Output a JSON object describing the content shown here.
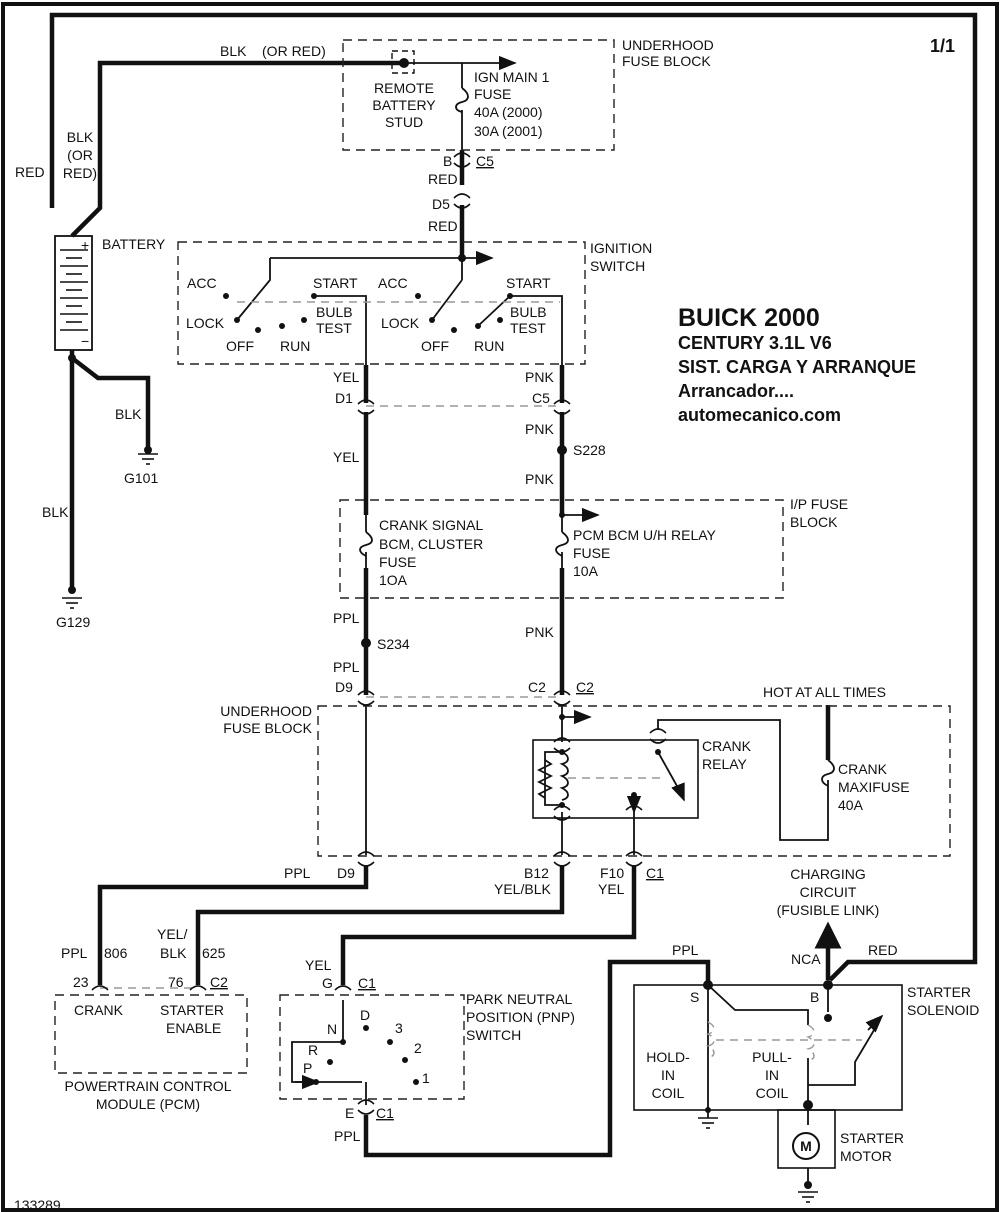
{
  "page": {
    "sheet": "1/1",
    "figure_id": "133289"
  },
  "title": {
    "line1": "BUICK 2000",
    "line2": "CENTURY  3.1L  V6",
    "line3": "SIST. CARGA Y ARRANQUE",
    "line4": "Arrancador....",
    "line5": "automecanico.com"
  },
  "blocks": {
    "underhood_fuse_block_top": [
      "UNDERHOOD",
      "FUSE BLOCK"
    ],
    "remote_battery_stud": [
      "REMOTE",
      "BATTERY",
      "STUD"
    ],
    "ign_main_fuse": [
      "IGN MAIN 1",
      "FUSE",
      "40A   (2000)",
      "30A   (2001)"
    ],
    "battery": "BATTERY",
    "ignition_switch": [
      "IGNITION",
      "SWITCH"
    ],
    "ip_fuse_block": [
      "I/P FUSE",
      "BLOCK"
    ],
    "crank_signal_fuse": [
      "CRANK SIGNAL",
      "BCM, CLUSTER",
      "FUSE",
      "1OA"
    ],
    "pcm_relay_fuse": [
      "PCM BCM U/H RELAY",
      "FUSE",
      "10A"
    ],
    "underhood_fuse_block_mid": [
      "UNDERHOOD",
      "FUSE BLOCK"
    ],
    "hot_at_all_times": "HOT AT ALL TIMES",
    "crank_relay": [
      "CRANK",
      "RELAY"
    ],
    "crank_maxifuse": [
      "CRANK",
      "MAXIFUSE",
      "40A"
    ],
    "charging_circuit": [
      "CHARGING",
      "CIRCUIT",
      "(FUSIBLE LINK)"
    ],
    "starter_solenoid": [
      "STARTER",
      "SOLENOID"
    ],
    "hold_in_coil": [
      "HOLD-",
      "IN",
      "COIL"
    ],
    "pull_in_coil": [
      "PULL-",
      "IN",
      "COIL"
    ],
    "starter_motor": [
      "STARTER",
      "MOTOR"
    ],
    "pcm": [
      "POWERTRAIN CONTROL",
      "MODULE (PCM)"
    ],
    "pcm_crank": "CRANK",
    "pcm_starter_enable": [
      "STARTER",
      "ENABLE"
    ],
    "pnp_switch": [
      "PARK NEUTRAL",
      "POSITION (PNP)",
      "SWITCH"
    ]
  },
  "switch_positions": {
    "acc": "ACC",
    "lock": "LOCK",
    "off": "OFF",
    "run": "RUN",
    "start": "START",
    "bulb_test": [
      "BULB",
      "TEST"
    ]
  },
  "pnp_positions": {
    "n": "N",
    "d": "D",
    "three": "3",
    "r": "R",
    "two": "2",
    "p": "P",
    "one": "1"
  },
  "wires": {
    "blk_or_red": "BLK    (OR RED)",
    "blk_or_red_vertical": [
      "BLK",
      "(OR",
      "RED)"
    ],
    "red_left": "RED",
    "blk_g101": "BLK",
    "blk_g129": "BLK",
    "red_b": "RED",
    "red_d5": "RED",
    "yel_d1": "YEL",
    "pnk_c5": "PNK",
    "pnk_below_c5": "PNK",
    "yel_mid": "YEL",
    "pnk_below_s228": "PNK",
    "ppl_above_s234": "PPL",
    "pnk_mid": "PNK",
    "ppl_below_s234": "PPL",
    "ppl_d9": "PPL",
    "yel_blk_b12": "YEL/BLK",
    "yel_f10": "YEL",
    "ppl_806": "PPL",
    "yel_blk_625": [
      "YEL/",
      "BLK"
    ],
    "yel_pnp": "YEL",
    "ppl_pnp_e": "PPL",
    "ppl_solenoid": "PPL",
    "nca": "NCA",
    "red_solenoid": "RED"
  },
  "connectors": {
    "c5_top": "C5",
    "b": "B",
    "d5": "D5",
    "d1": "D1",
    "c5_mid": "C5",
    "d9_top": "D9",
    "c2_left": "C2",
    "c2_right": "C2",
    "d9_bot": "D9",
    "b12": "B12",
    "f10": "F10",
    "c1_bot": "C1",
    "pin_806": "806",
    "pin_625": "625",
    "pin_23": "23",
    "pin_76": "76",
    "c2_pcm": "C2",
    "g": "G",
    "c1_pnp_top": "C1",
    "e": "E",
    "c1_pnp_bot": "C1",
    "s": "S",
    "b_sol": "B"
  },
  "splices": {
    "s228": "S228",
    "s234": "S234"
  },
  "grounds": {
    "g101": "G101",
    "g129": "G129"
  },
  "battery_terminals": {
    "pos": "+",
    "neg": "−"
  }
}
